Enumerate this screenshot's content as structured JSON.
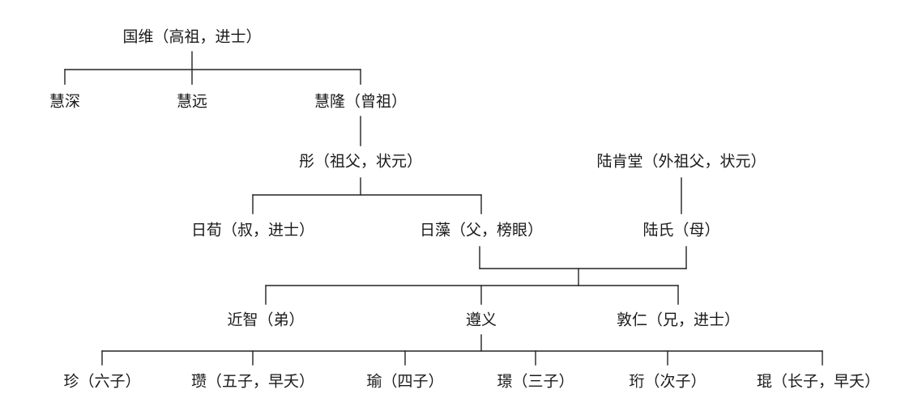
{
  "colors": {
    "text": "#1a1a1a",
    "line": "#222222",
    "background": "#ffffff"
  },
  "nodes": {
    "guowei": "国维（高祖，进士）",
    "huishen": "慧深",
    "huiyuan": "慧远",
    "huilong": "慧隆（曾祖）",
    "tong": "彤（祖父，状元）",
    "lukentang": "陆肯堂（外祖父，状元）",
    "rixun": "日荀（叔，进士）",
    "rizao": "日藻（父，榜眼）",
    "lushi": "陆氏（母）",
    "jinzhi": "近智（弟）",
    "zunyi": "遵义",
    "dunren": "敦仁（兄，进士）",
    "zhen": "珍（六子）",
    "zan": "瓒（五子，早夭）",
    "yu": "瑜（四子）",
    "huan": "璟（三子）",
    "heng": "珩（次子）",
    "kun": "琨（长子，早夭）"
  }
}
